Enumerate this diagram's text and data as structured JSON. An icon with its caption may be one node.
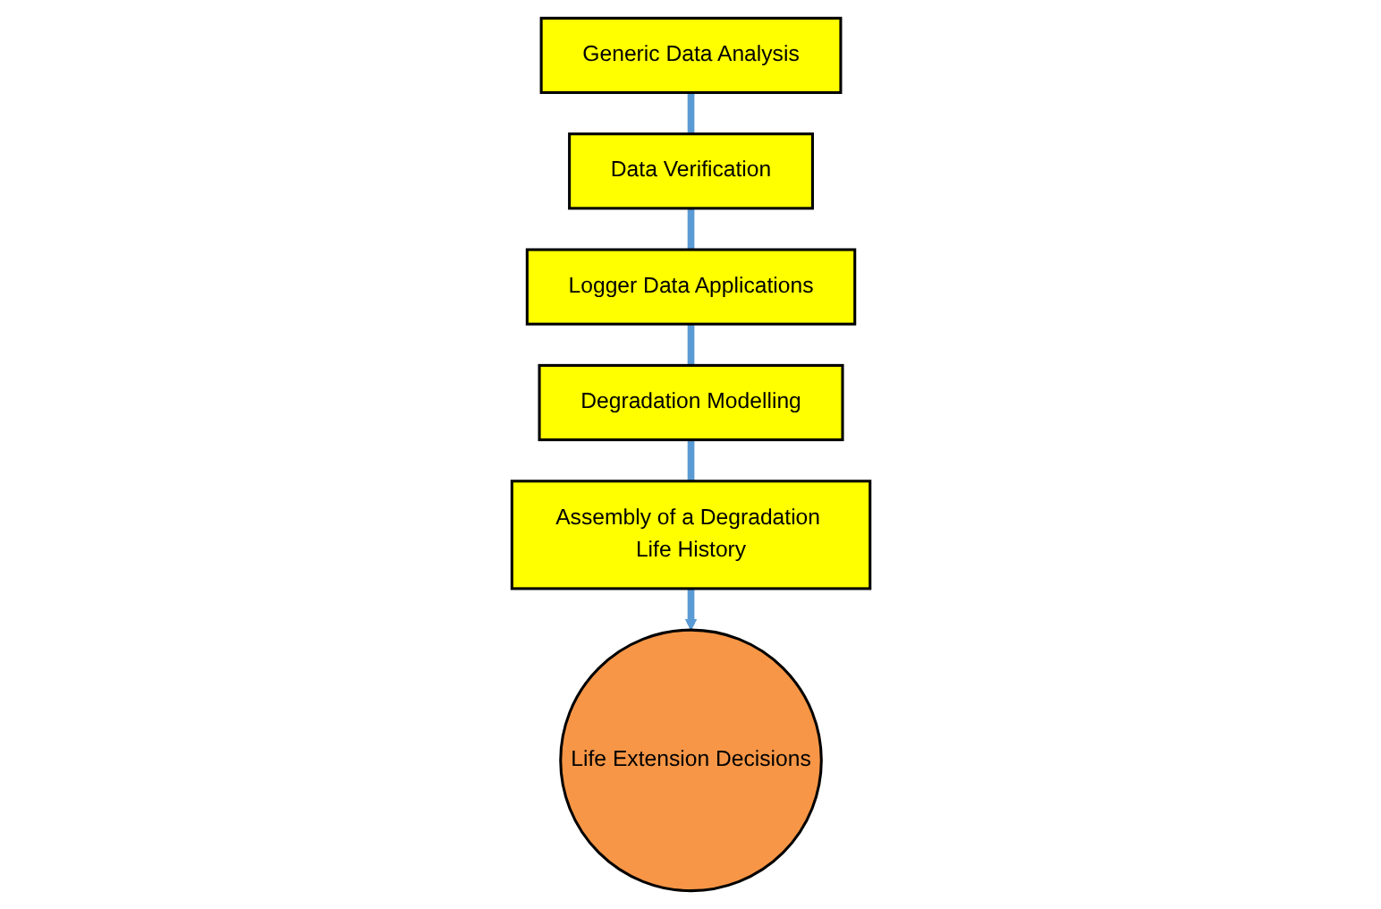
{
  "diagram": {
    "nodes": [
      {
        "text": [
          "Generic Data Analysis"
        ]
      },
      {
        "text": [
          "Data Verification"
        ]
      },
      {
        "text": [
          "Logger Data Applications"
        ]
      },
      {
        "text": [
          "Degradation Modelling"
        ]
      },
      {
        "text": [
          "Assembly of a Degradation Life History"
        ]
      },
      {
        "text": [
          "Life Extension Decisions"
        ]
      }
    ],
    "edges": [
      {
        "from": 0,
        "to": 1,
        "arrow": "none"
      },
      {
        "from": 1,
        "to": 2,
        "arrow": "none"
      },
      {
        "from": 2,
        "to": 3,
        "arrow": "none"
      },
      {
        "from": 3,
        "to": 4,
        "arrow": "none"
      },
      {
        "from": 4,
        "to": 5,
        "arrow": "to"
      }
    ]
  }
}
